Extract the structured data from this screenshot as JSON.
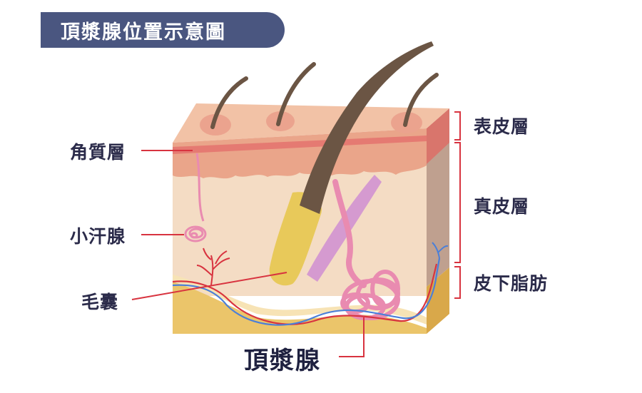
{
  "title": "頂漿腺位置示意圖",
  "labels": {
    "stratum_corneum": "角質層",
    "eccrine_gland": "小汗腺",
    "hair_follicle": "毛囊",
    "apocrine_gland": "頂漿腺",
    "epidermis": "表皮層",
    "dermis": "真皮層",
    "subcutaneous": "皮下脂肪"
  },
  "colors": {
    "banner": "#4a5680",
    "leader_line": "#d8333f",
    "epidermis": "#f2c2a6",
    "corneum": "#e57a72",
    "dermis": "#f4dcc4",
    "fat": "#ebc56a",
    "follicle": "#e8c95a",
    "hair": "#6b5544",
    "gland": "#e98bb0"
  }
}
